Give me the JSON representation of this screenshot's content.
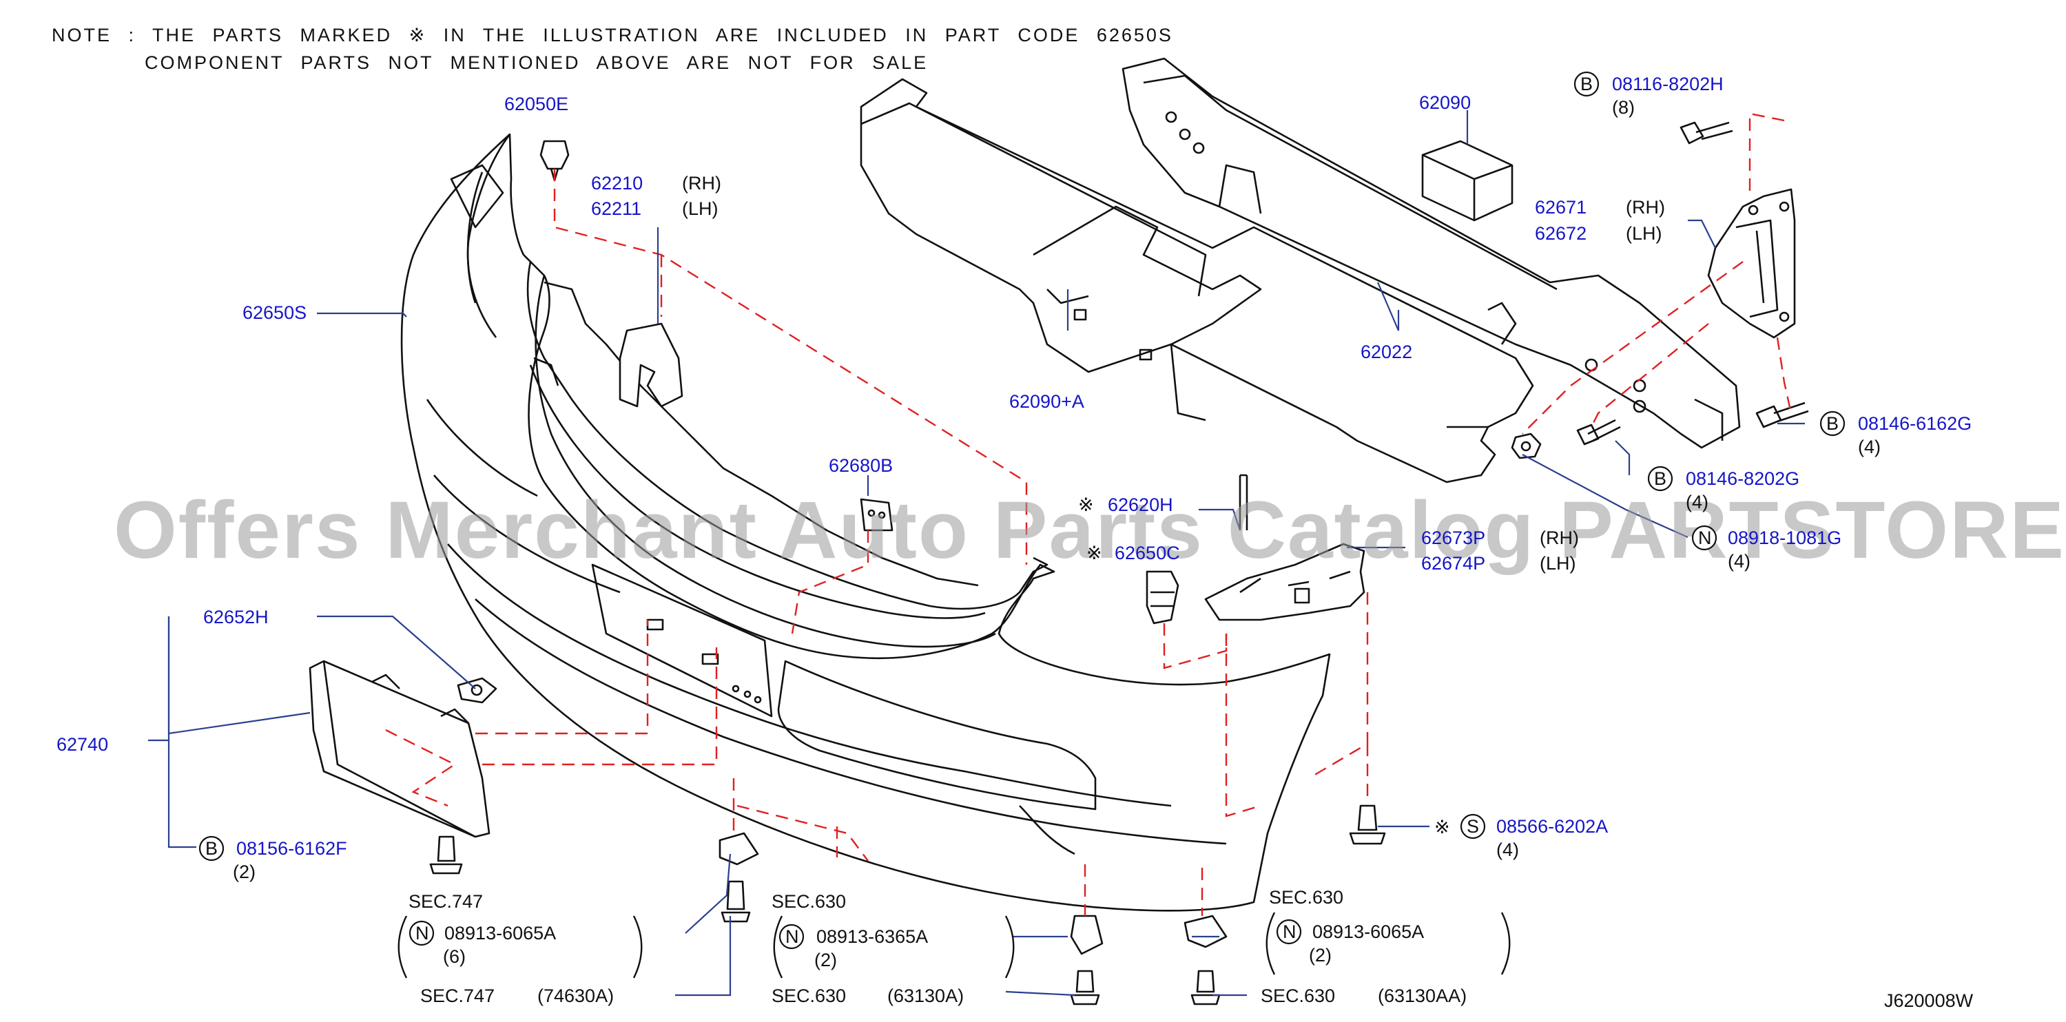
{
  "note": {
    "line1": "NOTE  :  THE  PARTS  MARKED     ※  IN  THE  ILLUSTRATION  ARE  INCLUDED  IN  PART  CODE  62650S",
    "line2": "COMPONENT  PARTS  NOT  MENTIONED  ABOVE  ARE  NOT  FOR  SALE"
  },
  "watermark": "Offers Merchant Auto Parts Catalog PARTSTORE.SA",
  "diagram_code": "J620008W",
  "colors": {
    "part_number": "#1515c8",
    "callout": "#2a3f8f",
    "dash": "#e02020"
  },
  "labels": {
    "p62050e": "62050E",
    "p62210": "62210",
    "rh1": "(RH)",
    "p62211": "62211",
    "lh1": "(LH)",
    "p62650s": "62650S",
    "p62090": "62090",
    "p62090a": "62090+A",
    "p62022": "62022",
    "p62671": "62671",
    "rh2": "(RH)",
    "p62672": "62672",
    "lh2": "(LH)",
    "p62680b": "62680B",
    "p62620h": "62620H",
    "p6260c": "62650C",
    "p62673p": "62673P",
    "rh3": "(RH)",
    "p62674p": "62674P",
    "lh3": "(LH)",
    "p62652h": "62652H",
    "p62740": "62740",
    "b08116": "08116-8202H",
    "q8": "(8)",
    "b08146g": "08146-6162G",
    "q4a": "(4)",
    "b08146h": "08146-8202G",
    "q4b": "(4)",
    "n08918": "08918-1081G",
    "q4c": "(4)",
    "s08566": "08566-6202A",
    "q4d": "(4)",
    "b08156": "08156-6162F",
    "q2a": "(2)",
    "sec747a": "SEC.747",
    "n08913a": "08913-6065A",
    "q6": "(6)",
    "sec747b": "SEC.747",
    "p74630a": "(74630A)",
    "sec630a": "SEC.630",
    "n08913b": "08913-6365A",
    "q2b": "(2)",
    "sec630b": "SEC.630",
    "p63130a": "(63130A)",
    "sec630c": "SEC.630",
    "n08913c": "08913-6065A",
    "q2c": "(2)",
    "sec630d": "SEC.630",
    "p63130aa": "(63130AA)",
    "cB": "B",
    "cN": "N",
    "cS": "S",
    "mark": "※"
  }
}
